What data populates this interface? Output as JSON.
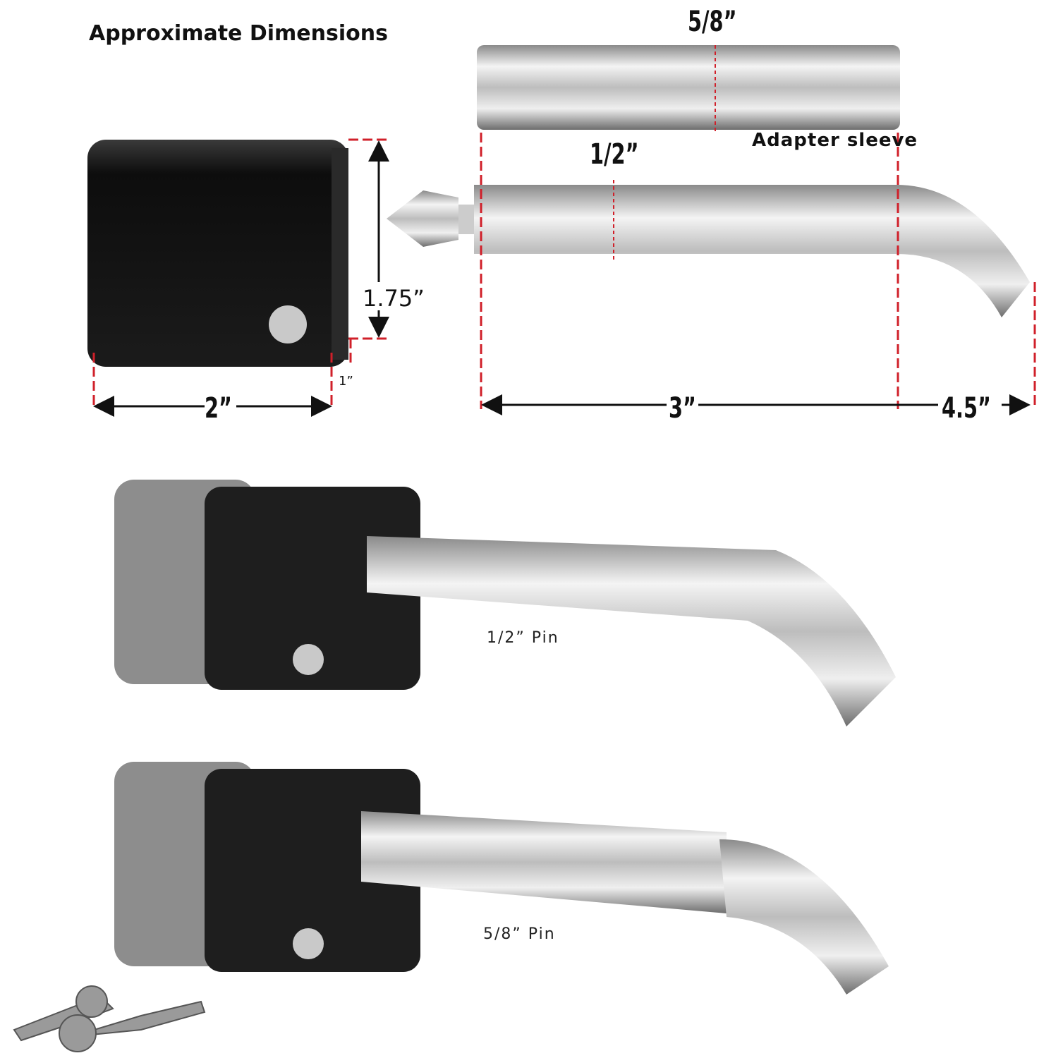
{
  "title": "Approximate Dimensions",
  "dimensions": {
    "sleeve_diameter": "5/8”",
    "sleeve_label": "Adapter sleeve",
    "pin_diameter": "1/2”",
    "lock_height": "1.75”",
    "lock_width": "2”",
    "lock_depth": "1”",
    "pin_length": "3”",
    "total_length": "4.5”"
  },
  "variants": [
    {
      "label": "1/2” Pin"
    },
    {
      "label": "5/8” Pin"
    }
  ],
  "colors": {
    "dimension_line": "#d0202a",
    "lock_body": "#111111",
    "chrome": "#c8c8c8"
  }
}
